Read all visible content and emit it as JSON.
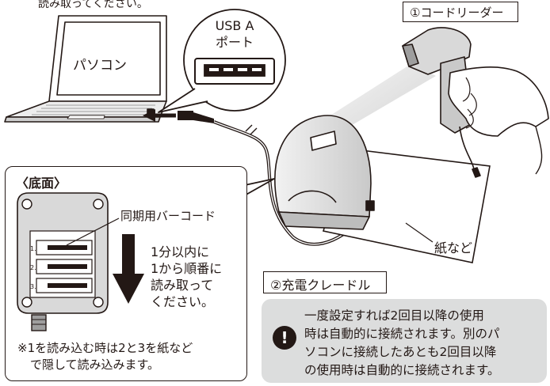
{
  "top_text": "読み取ってください。",
  "reader_label": "①コードリーダー",
  "usb_port_line1": "USB A",
  "usb_port_line2": "ポート",
  "pc_label": "パソコン",
  "bottom_title": "〈底面〉",
  "sync_barcode_label": "同期用バーコード",
  "barcode_numbers": [
    "1.",
    "2.",
    "3."
  ],
  "instruction_lines": [
    "1分以内に",
    "1から順番に",
    "読み取って",
    "ください。"
  ],
  "footnote_lines": [
    "※1を読み込む時は2と3を紙など",
    "で隠して読み込みます。"
  ],
  "cradle_label": "②充電クレードル",
  "paper_label": "紙など",
  "note_lines": [
    "一度設定すれば2回目以降の使用",
    "時は自動的に接続されます。別のパ",
    "ソコンに接続したあとも2回目以降",
    "の使用時は自動的に接続されます。"
  ],
  "colors": {
    "ink": "#231815",
    "note_bg": "#dcdddd",
    "device_gray": "#d9d9d9"
  }
}
